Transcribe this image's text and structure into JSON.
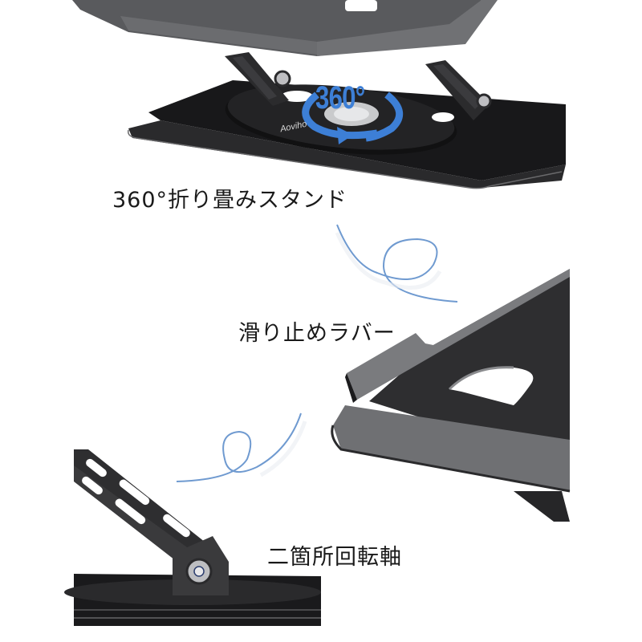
{
  "product": {
    "brand": "Aoviho",
    "rotation_badge": "360°"
  },
  "captions": {
    "feature_1": "360°折り畳みスタンド",
    "feature_2": "滑り止めラバー",
    "feature_3": "二箇所回転軸"
  },
  "colors": {
    "accent_blue": "#3d7fd6",
    "stand_dark": "#1f1f21",
    "tray_gray": "#6e6f72",
    "swirl_blue": "#6f9ad0"
  }
}
